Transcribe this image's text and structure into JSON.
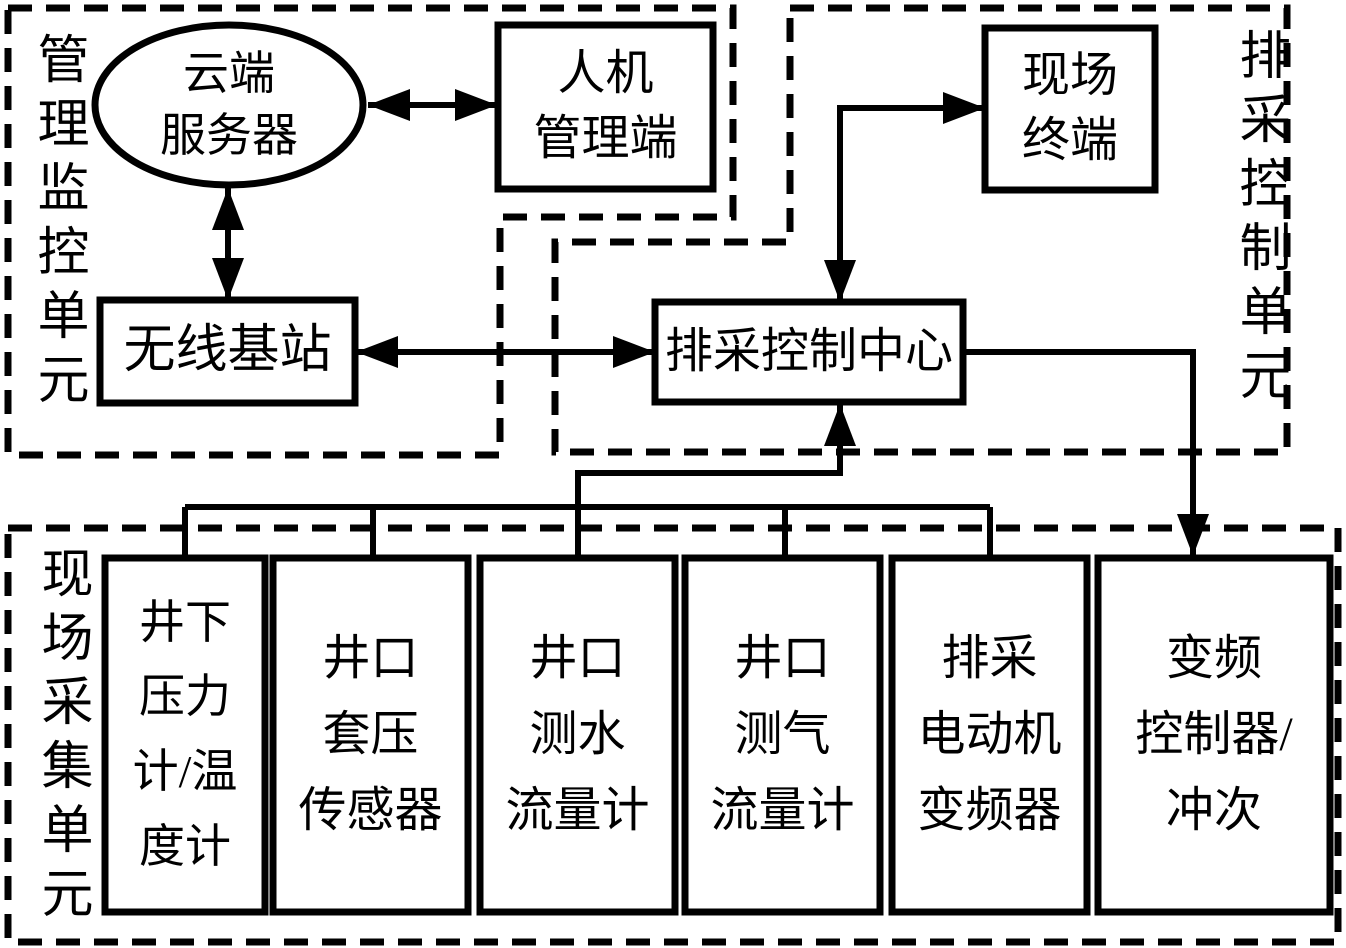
{
  "colors": {
    "ink": "#000000",
    "paper": "#ffffff"
  },
  "units": {
    "management": {
      "label": "管理监控单元"
    },
    "drainage_control": {
      "label": "排采控制单元"
    },
    "field_acquisition": {
      "label": "现场采集单元"
    }
  },
  "nodes": {
    "cloud_server": {
      "lines": [
        "云端",
        "服务器"
      ]
    },
    "hmi_terminal": {
      "lines": [
        "人机",
        "管理端"
      ]
    },
    "field_terminal": {
      "lines": [
        "现场",
        "终端"
      ]
    },
    "wireless_base_station": {
      "lines": [
        "无线基站"
      ]
    },
    "drainage_control_center": {
      "lines": [
        "排采控制中心"
      ]
    },
    "sensors": [
      {
        "lines": [
          "井下",
          "压力",
          "计/温",
          "度计"
        ]
      },
      {
        "lines": [
          "井口",
          "套压",
          "传感器"
        ]
      },
      {
        "lines": [
          "井口",
          "测水",
          "流量计"
        ]
      },
      {
        "lines": [
          "井口",
          "测气",
          "流量计"
        ]
      },
      {
        "lines": [
          "排采",
          "电动机",
          "变频器"
        ]
      },
      {
        "lines": [
          "变频",
          "控制器/",
          "冲次"
        ]
      }
    ]
  }
}
